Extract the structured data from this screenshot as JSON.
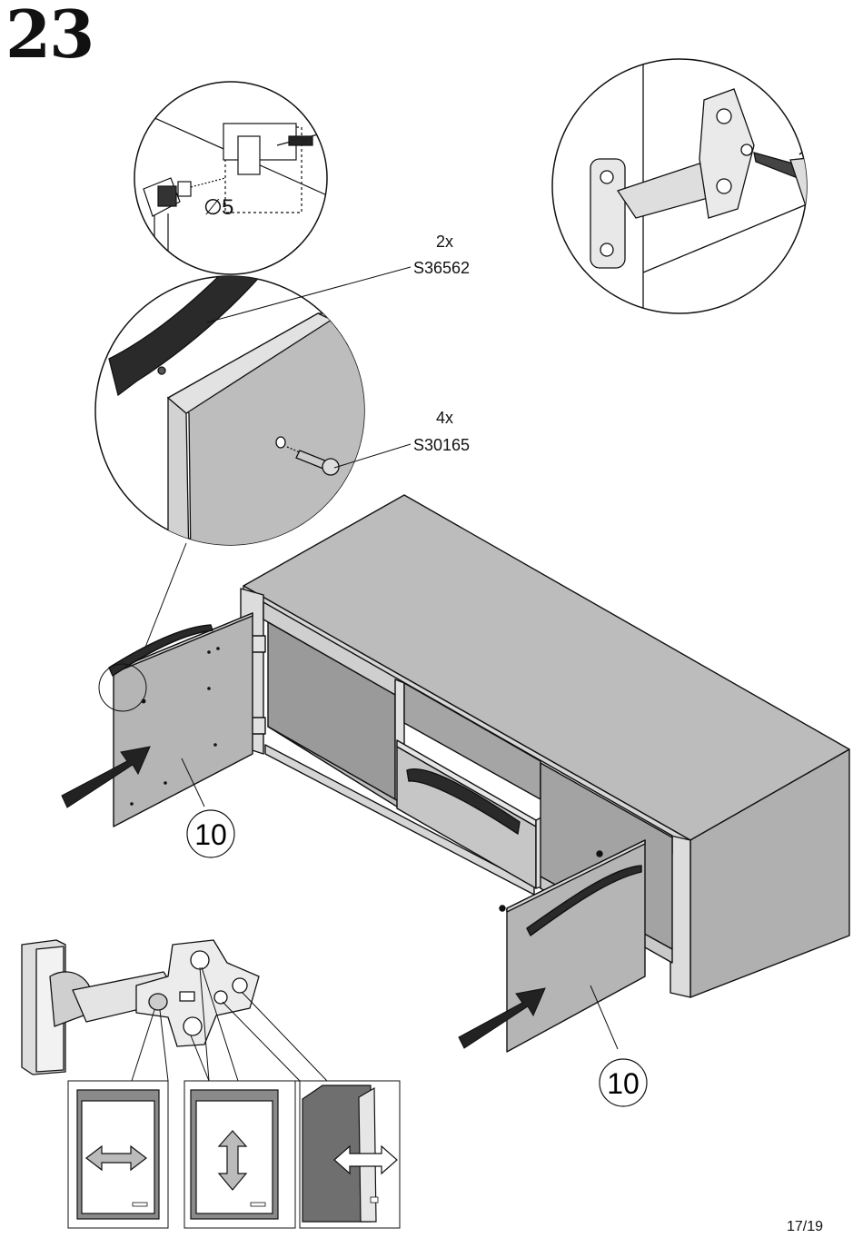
{
  "step": {
    "number": "23"
  },
  "parts": [
    {
      "qty": "2x",
      "code": "S36562"
    },
    {
      "qty": "4x",
      "code": "S30165"
    }
  ],
  "drill": {
    "symbol": "∅",
    "value": "5"
  },
  "callouts": {
    "left_door": "10",
    "right_door": "10"
  },
  "footer": {
    "page": "17/19"
  },
  "colors": {
    "panel": "#b5b5b5",
    "panel_dark": "#8c8c8c",
    "panel_light": "#d6d6d6",
    "handle": "#2a2a2a",
    "outline": "#111111"
  },
  "icons": [
    "screwdriver-icon",
    "hinge-icon",
    "horizontal-adjust-arrow-icon",
    "vertical-adjust-arrow-icon",
    "depth-adjust-arrow-icon",
    "push-arrow-icon",
    "screw-icon",
    "handle-icon"
  ]
}
